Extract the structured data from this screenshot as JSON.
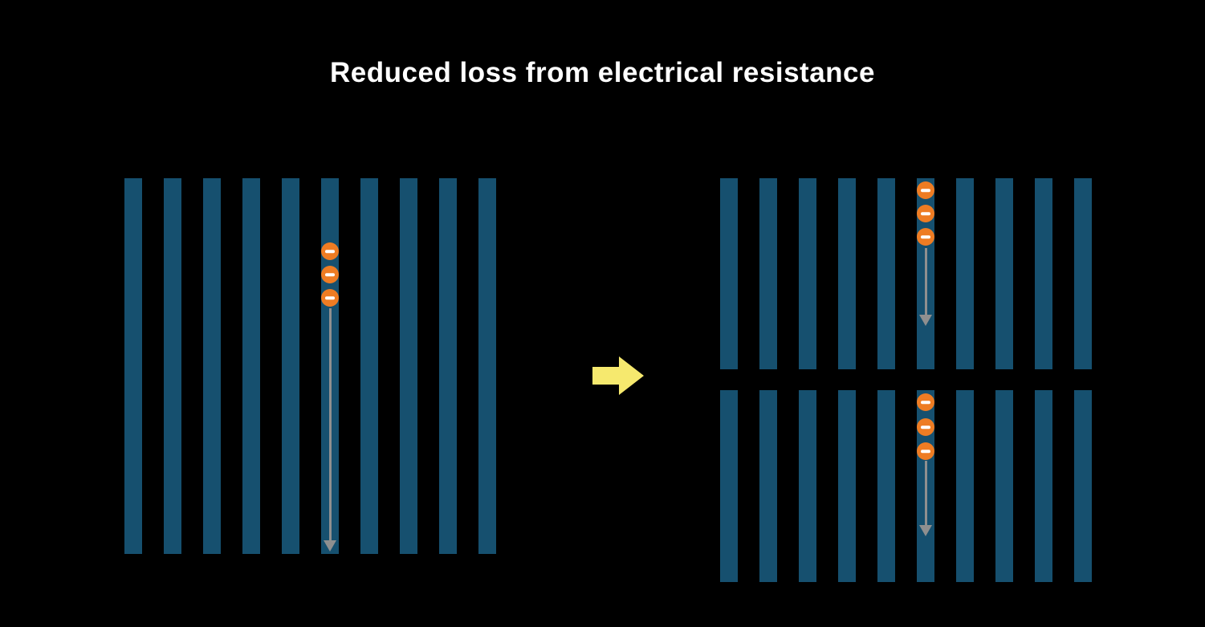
{
  "title": "Reduced loss from electrical resistance",
  "colors": {
    "background": "#000000",
    "title_text": "#ffffff",
    "bar": "#16506f",
    "electron_fill": "#ee7c23",
    "electron_symbol": "#ffffff",
    "flow_arrow": "#8f8f8f",
    "transition_arrow": "#f6e96e"
  },
  "diagram": {
    "panels": {
      "left_panel": {
        "bar_count": 10,
        "electron_count": 3,
        "electron_bar_index": 5
      },
      "right_top_panel": {
        "bar_count": 10,
        "electron_count": 3,
        "electron_bar_index": 5
      },
      "right_bottom_panel": {
        "bar_count": 10,
        "electron_count": 3,
        "electron_bar_index": 5
      }
    }
  },
  "icons": {
    "electron": "minus-circle-icon",
    "current_flow": "down-arrow-icon",
    "transition": "right-arrow-icon"
  }
}
